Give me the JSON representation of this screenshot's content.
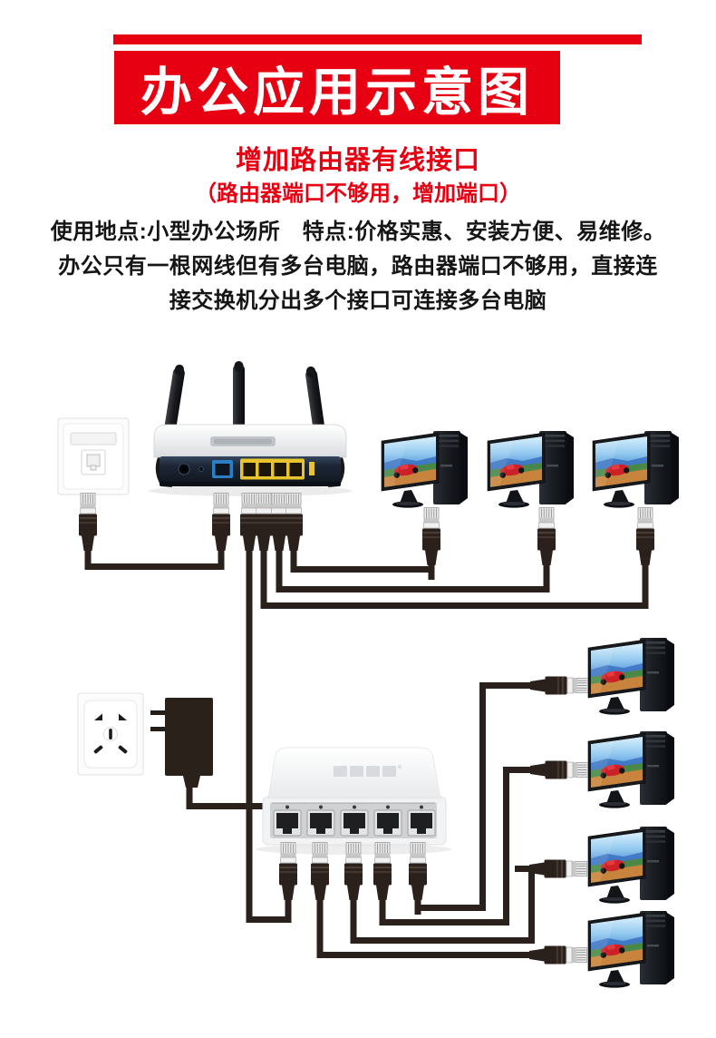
{
  "header": {
    "banner_title": "办公应用示意图",
    "banner_color": "#e60012",
    "subtitle": "增加路由器有线接口",
    "subtitle_note": "（路由器端口不够用，增加端口）",
    "description_lines": [
      "使用地点:小型办公场所　特点:价格实惠、安装方便、易维修。",
      "办公只有一根网线但有多台电脑，路由器端口不够用，直接连",
      "接交换机分出多个接口可连接多台电脑"
    ]
  },
  "diagram": {
    "devices": [
      {
        "name": "wall-ethernet-socket",
        "count": 1
      },
      {
        "name": "wireless-router-3-antennas",
        "count": 1
      },
      {
        "name": "power-socket-5-hole",
        "count": 1
      },
      {
        "name": "power-adapter",
        "count": 1
      },
      {
        "name": "ethernet-switch-5-port",
        "count": 1
      },
      {
        "name": "desktop-computer",
        "count": 7
      },
      {
        "name": "rj45-connector",
        "count": 18
      },
      {
        "name": "network-cable",
        "count": 10
      }
    ],
    "colors": {
      "cable": "#2b211c",
      "router_wan_port": "#2b7fc2",
      "router_lan_block": "#e9c42d",
      "router_panel": "#1c2736",
      "switch_body": "#f2f3f5",
      "switch_port_recess": "#cfd1d3"
    }
  }
}
